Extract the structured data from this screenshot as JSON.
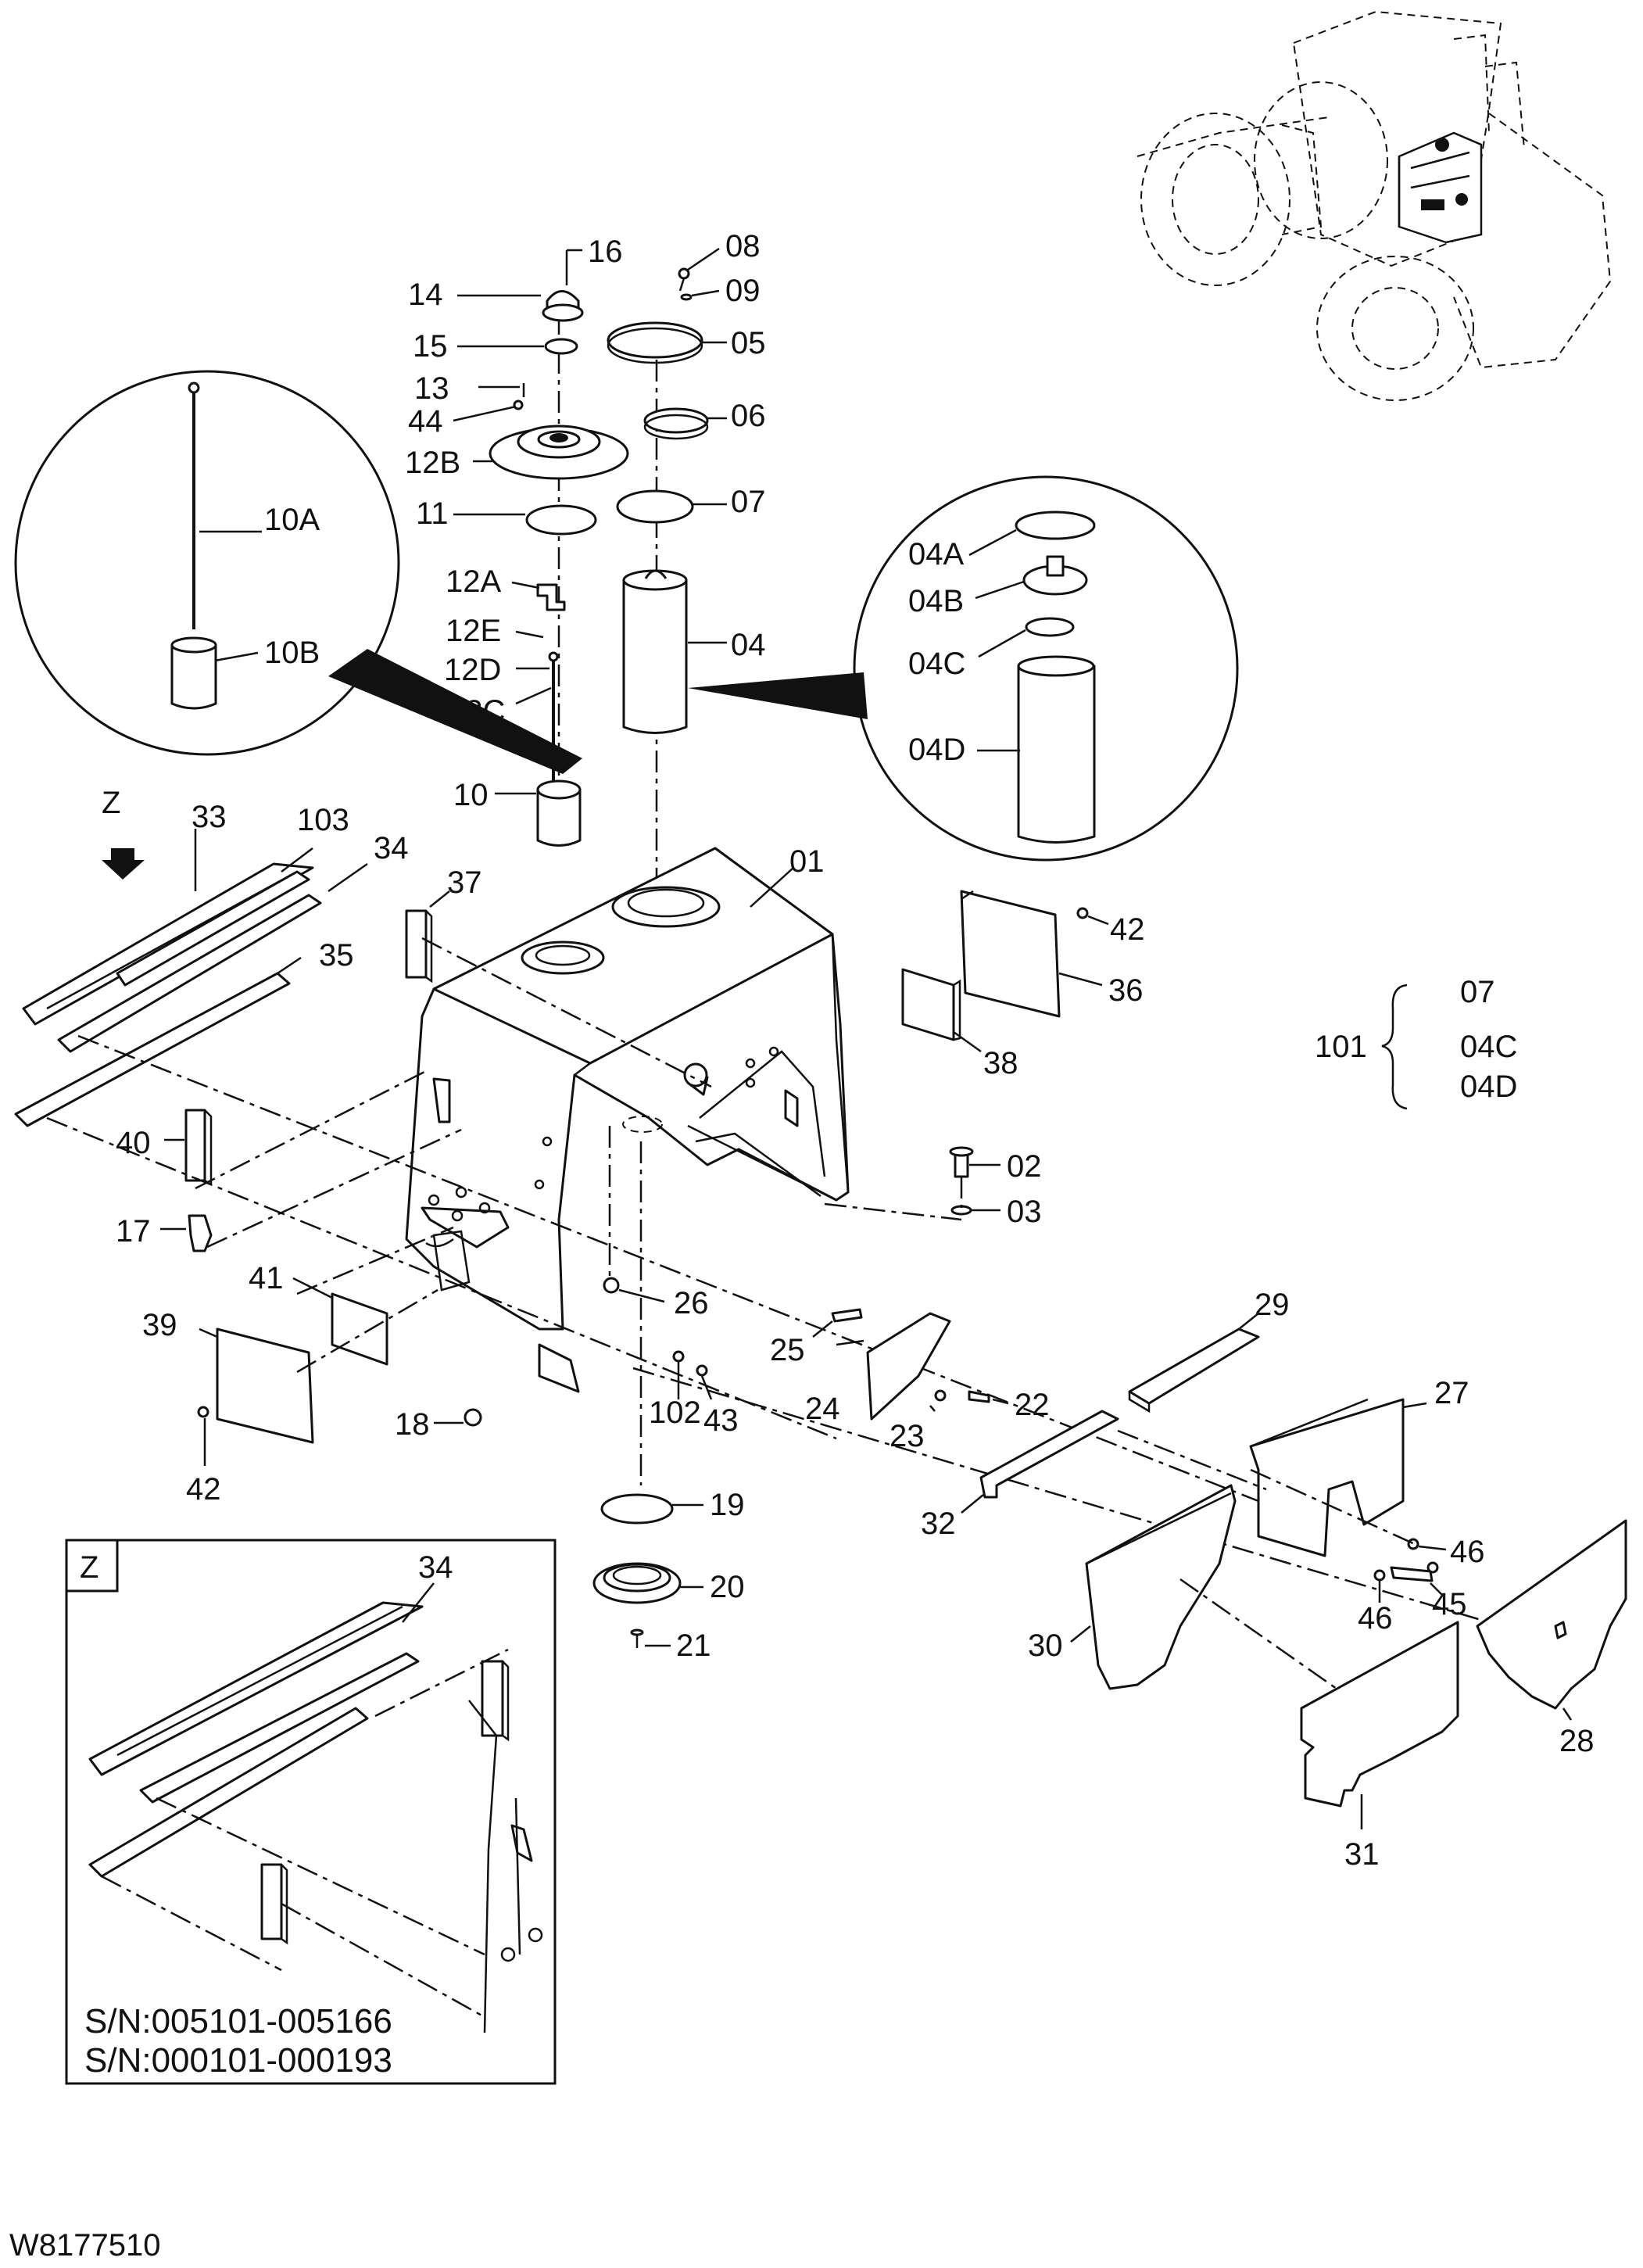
{
  "drawing_code": "W8177510",
  "detail_view_marker": "Z",
  "inset_box_label": "Z",
  "serial_ranges": [
    "S/N:005101-005166",
    "S/N:000101-000193"
  ],
  "kit": {
    "number": "101",
    "contents": [
      "07",
      "04C",
      "04D"
    ]
  },
  "callouts": {
    "c01": "01",
    "c02": "02",
    "c03": "03",
    "c04": "04",
    "c04A": "04A",
    "c04B": "04B",
    "c04C": "04C",
    "c04D": "04D",
    "c05": "05",
    "c06": "06",
    "c07": "07",
    "c08": "08",
    "c09": "09",
    "c10": "10",
    "c10A": "10A",
    "c10B": "10B",
    "c11": "11",
    "c12A": "12A",
    "c12B": "12B",
    "c12C": "12C",
    "c12D": "12D",
    "c12E": "12E",
    "c13": "13",
    "c14": "14",
    "c15": "15",
    "c16": "16",
    "c17": "17",
    "c18": "18",
    "c19": "19",
    "c20": "20",
    "c21": "21",
    "c22": "22",
    "c23": "23",
    "c24": "24",
    "c25": "25",
    "c26": "26",
    "c27": "27",
    "c28": "28",
    "c29": "29",
    "c30": "30",
    "c31": "31",
    "c32": "32",
    "c33": "33",
    "c34": "34",
    "c34z": "34",
    "c35": "35",
    "c36": "36",
    "c37": "37",
    "c38": "38",
    "c39": "39",
    "c40": "40",
    "c41": "41",
    "c42a": "42",
    "c42b": "42",
    "c43": "43",
    "c44": "44",
    "c45": "45",
    "c46a": "46",
    "c46b": "46",
    "c102": "102",
    "c103": "103"
  }
}
